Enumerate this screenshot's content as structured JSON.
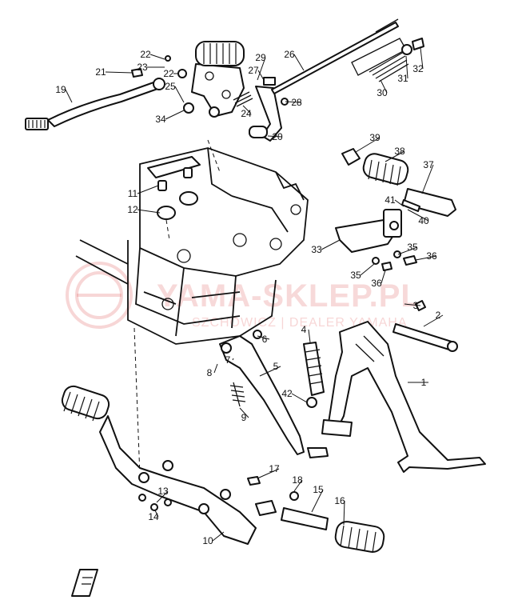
{
  "watermark": {
    "title": "YAMA-SKLEP.PL",
    "subtitle": "SZCHOWICZ | DEALER YAMAHA",
    "color": "#e47878"
  },
  "callouts": [
    {
      "label": "1"
    },
    {
      "label": "2"
    },
    {
      "label": "3"
    },
    {
      "label": "4"
    },
    {
      "label": "5"
    },
    {
      "label": "6"
    },
    {
      "label": "7"
    },
    {
      "label": "8"
    },
    {
      "label": "9"
    },
    {
      "label": "10"
    },
    {
      "label": "11"
    },
    {
      "label": "12"
    },
    {
      "label": "13"
    },
    {
      "label": "14"
    },
    {
      "label": "15"
    },
    {
      "label": "16"
    },
    {
      "label": "17"
    },
    {
      "label": "18"
    },
    {
      "label": "19"
    },
    {
      "label": "20"
    },
    {
      "label": "21"
    },
    {
      "label": "22"
    },
    {
      "label": "22"
    },
    {
      "label": "23"
    },
    {
      "label": "24"
    },
    {
      "label": "25"
    },
    {
      "label": "26"
    },
    {
      "label": "27"
    },
    {
      "label": "28"
    },
    {
      "label": "29"
    },
    {
      "label": "30"
    },
    {
      "label": "31"
    },
    {
      "label": "32"
    },
    {
      "label": "33"
    },
    {
      "label": "34"
    },
    {
      "label": "35"
    },
    {
      "label": "35"
    },
    {
      "label": "36"
    },
    {
      "label": "36"
    },
    {
      "label": "37"
    },
    {
      "label": "38"
    },
    {
      "label": "39"
    },
    {
      "label": "40"
    },
    {
      "label": "41"
    },
    {
      "label": "42"
    }
  ]
}
